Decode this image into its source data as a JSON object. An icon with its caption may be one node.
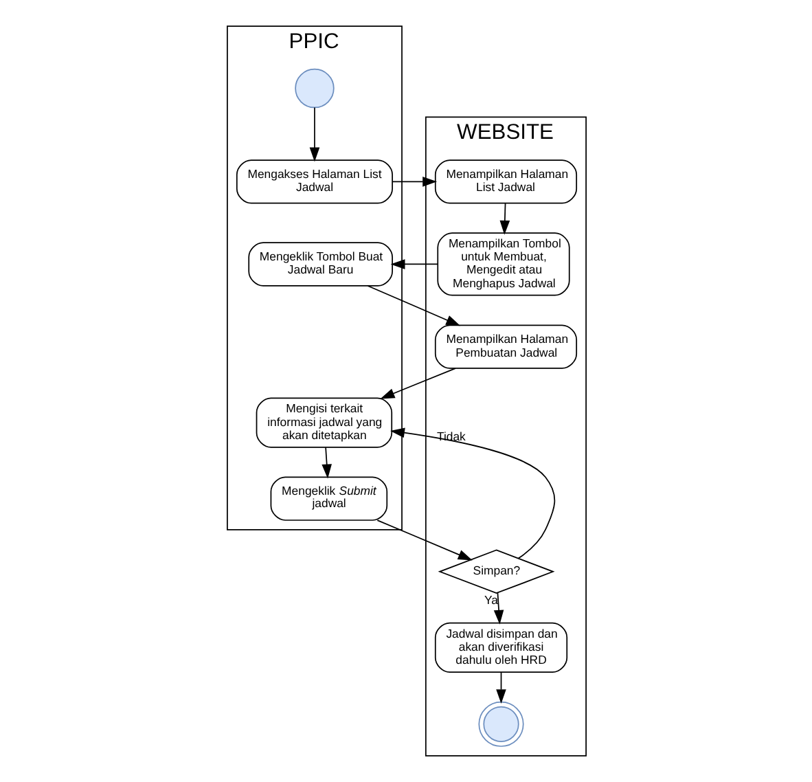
{
  "diagram": {
    "nodes": [
      {
        "text": [
          "PPIC"
        ]
      },
      {
        "text": [
          "WEBSITE"
        ]
      },
      {
        "text": [],
        "shape": "circle",
        "in": 0
      },
      {
        "text": [
          "Mengakses Halaman List Jadwal"
        ],
        "in": 0
      },
      {
        "text": [
          "Menampilkan Halaman List Jadwal"
        ],
        "in": 1
      },
      {
        "text": [
          "Mengeklik Tombol Buat Jadwal Baru"
        ],
        "in": 0
      },
      {
        "text": [
          "Menampilkan Tombol untuk Membuat, Mengedit atau Menghapus Jadwal"
        ],
        "in": 1
      },
      {
        "text": [
          "Menampilkan Halaman Pembuatan Jadwal"
        ],
        "in": 1
      },
      {
        "text": [
          "Mengisi terkait informasi jadwal yang akan ditetapkan"
        ],
        "in": 0
      },
      {
        "text": [
          "Mengeklik *Submit* jadwal"
        ],
        "in": 0
      },
      {
        "text": [
          "Simpan?"
        ],
        "in": 1
      },
      {
        "text": [
          "Jadwal disimpan dan akan diverifikasi dahulu oleh HRD"
        ],
        "in": 1
      },
      {
        "text": [],
        "shape": "ring",
        "in": 1
      }
    ],
    "edges": [
      {
        "from": 2,
        "to": 3,
        "arrow": "to"
      },
      {
        "from": 3,
        "to": 4,
        "arrow": "to"
      },
      {
        "from": 4,
        "to": 6,
        "arrow": "to"
      },
      {
        "from": 6,
        "to": 5,
        "arrow": "to"
      },
      {
        "from": 5,
        "to": 7,
        "arrow": "to"
      },
      {
        "from": 7,
        "to": 8,
        "arrow": "to"
      },
      {
        "from": 8,
        "to": 9,
        "arrow": "to"
      },
      {
        "from": 9,
        "to": 10,
        "arrow": "to"
      },
      {
        "from": 10,
        "to": 8,
        "label": "Tidak",
        "arrow": "to"
      },
      {
        "from": 10,
        "to": 11,
        "label": "Ya",
        "arrow": "to"
      },
      {
        "from": 11,
        "to": 12,
        "arrow": "to"
      }
    ]
  }
}
